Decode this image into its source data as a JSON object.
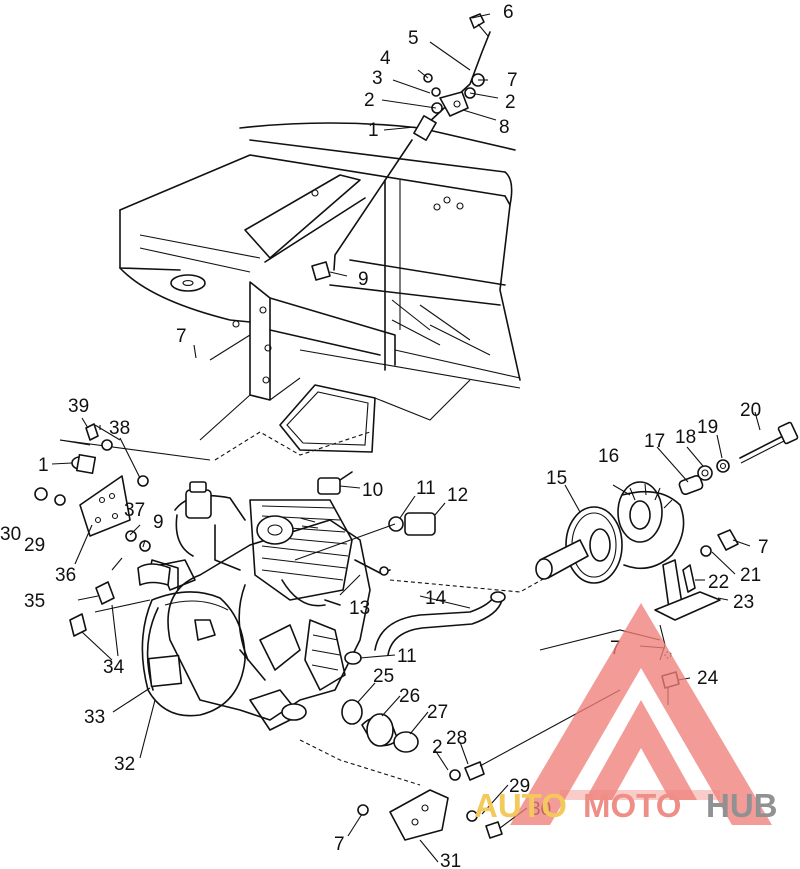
{
  "diagram": {
    "callouts": [
      {
        "id": "c-6",
        "text": "6"
      },
      {
        "id": "c-5",
        "text": "5"
      },
      {
        "id": "c-4",
        "text": "4"
      },
      {
        "id": "c-7a",
        "text": "7"
      },
      {
        "id": "c-3",
        "text": "3"
      },
      {
        "id": "c-2a",
        "text": "2"
      },
      {
        "id": "c-2b",
        "text": "2"
      },
      {
        "id": "c-8",
        "text": "8"
      },
      {
        "id": "c-1a",
        "text": "1"
      },
      {
        "id": "c-9a",
        "text": "9"
      },
      {
        "id": "c-7b",
        "text": "7"
      },
      {
        "id": "c-39",
        "text": "39"
      },
      {
        "id": "c-38",
        "text": "38"
      },
      {
        "id": "c-1b",
        "text": "1"
      },
      {
        "id": "c-10",
        "text": "10"
      },
      {
        "id": "c-11a",
        "text": "11"
      },
      {
        "id": "c-12",
        "text": "12"
      },
      {
        "id": "c-20",
        "text": "20"
      },
      {
        "id": "c-19",
        "text": "19"
      },
      {
        "id": "c-18",
        "text": "18"
      },
      {
        "id": "c-17",
        "text": "17"
      },
      {
        "id": "c-16",
        "text": "16"
      },
      {
        "id": "c-15",
        "text": "15"
      },
      {
        "id": "c-30a",
        "text": "30"
      },
      {
        "id": "c-29a",
        "text": "29"
      },
      {
        "id": "c-37",
        "text": "37"
      },
      {
        "id": "c-9b",
        "text": "9"
      },
      {
        "id": "c-7c",
        "text": "7"
      },
      {
        "id": "c-21",
        "text": "21"
      },
      {
        "id": "c-22",
        "text": "22"
      },
      {
        "id": "c-23",
        "text": "23"
      },
      {
        "id": "c-36",
        "text": "36"
      },
      {
        "id": "c-35",
        "text": "35"
      },
      {
        "id": "c-13",
        "text": "13"
      },
      {
        "id": "c-14",
        "text": "14"
      },
      {
        "id": "c-34",
        "text": "34"
      },
      {
        "id": "c-11b",
        "text": "11"
      },
      {
        "id": "c-7d",
        "text": "7"
      },
      {
        "id": "c-24",
        "text": "24"
      },
      {
        "id": "c-25",
        "text": "25"
      },
      {
        "id": "c-26",
        "text": "26"
      },
      {
        "id": "c-27",
        "text": "27"
      },
      {
        "id": "c-33",
        "text": "33"
      },
      {
        "id": "c-2c",
        "text": "2"
      },
      {
        "id": "c-28",
        "text": "28"
      },
      {
        "id": "c-32",
        "text": "32"
      },
      {
        "id": "c-29b",
        "text": "29"
      },
      {
        "id": "c-30b",
        "text": "30"
      },
      {
        "id": "c-7e",
        "text": "7"
      },
      {
        "id": "c-31",
        "text": "31"
      }
    ]
  },
  "watermark": {
    "part1": "AUTO",
    "part2": "MOTO",
    "part3": "HUB",
    "colors": {
      "auto": "#f3c95c",
      "moto": "#ee8e86",
      "hub": "#8f9193",
      "triangle": "#ef7f7a"
    }
  }
}
